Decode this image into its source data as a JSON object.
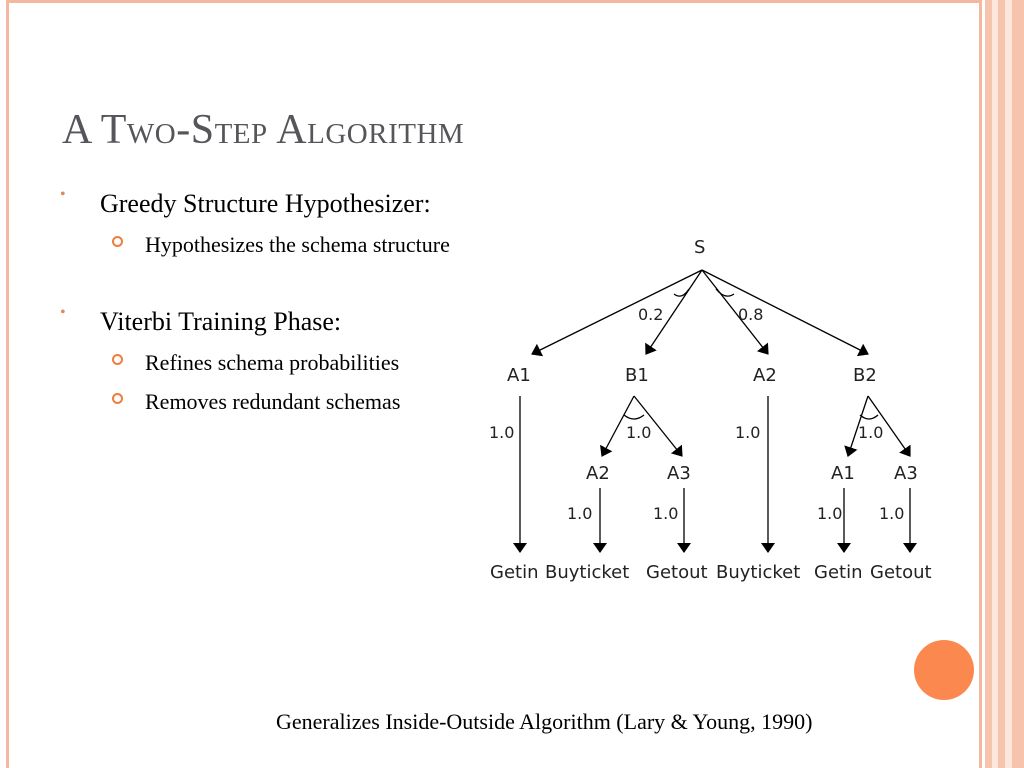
{
  "title": "A Two-Step Algorithm",
  "bullets": [
    {
      "text": "Greedy Structure Hypothesizer:",
      "subs": [
        "Hypothesizes the schema structure"
      ]
    },
    {
      "text": "Viterbi Training Phase:",
      "subs": [
        "Refines schema probabilities",
        "Removes redundant schemas"
      ]
    }
  ],
  "diagram": {
    "root": "S",
    "root_probs": [
      "0.2",
      "0.8"
    ],
    "level1": [
      "A1",
      "B1",
      "A2",
      "B2"
    ],
    "level1_probs": [
      "1.0",
      "1.0",
      "1.0",
      "1.0"
    ],
    "level2": [
      "A2",
      "A3",
      "A1",
      "A3"
    ],
    "level2_probs": [
      "1.0",
      "1.0",
      "1.0",
      "1.0"
    ],
    "leaves": [
      "Getin",
      "Buyticket",
      "Getout",
      "Buyticket",
      "Getin",
      "Getout"
    ]
  },
  "footer": "Generalizes Inside-Outside Algorithm (Lary & Young, 1990)",
  "colors": {
    "title": "#56565a",
    "accent": "#fb884f",
    "frame": "#f4b8a0"
  }
}
